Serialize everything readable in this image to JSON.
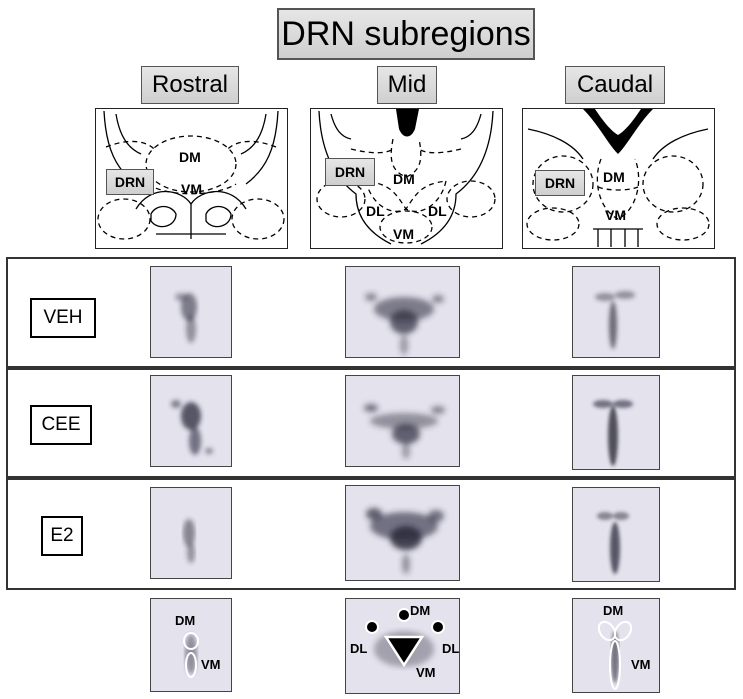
{
  "title": "DRN subregions",
  "columns": [
    {
      "label": "Rostral"
    },
    {
      "label": "Mid"
    },
    {
      "label": "Caudal"
    }
  ],
  "atlas": {
    "rostral": {
      "drn": "DRN",
      "dm": "DM",
      "vm": "VM"
    },
    "mid": {
      "drn": "DRN",
      "dm": "DM",
      "dl_left": "DL",
      "dl_right": "DL",
      "vm": "VM"
    },
    "caudal": {
      "drn": "DRN",
      "dm": "DM",
      "vm": "VM"
    }
  },
  "groups": [
    {
      "label": "VEH"
    },
    {
      "label": "CEE"
    },
    {
      "label": "E2"
    }
  ],
  "schematic": {
    "rostral": {
      "dm": "DM",
      "vm": "VM"
    },
    "mid": {
      "dm": "DM",
      "dl_left": "DL",
      "dl_right": "DL",
      "vm": "VM"
    },
    "caudal": {
      "dm": "DM",
      "vm": "VM"
    }
  },
  "colors": {
    "label_fill": "#d9d9d9",
    "stain": "#2a2a3a",
    "tissue": "#e4e2ec"
  }
}
